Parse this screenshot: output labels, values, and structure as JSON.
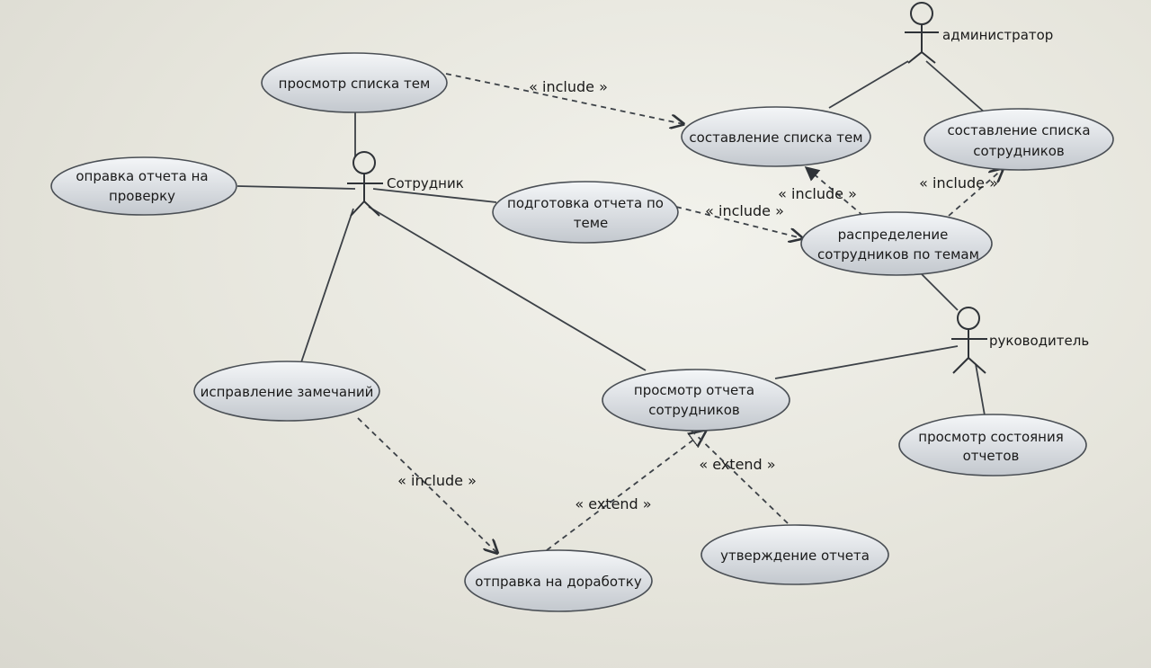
{
  "actors": {
    "admin": "администратор",
    "employee": "Сотрудник",
    "manager": "руководитель"
  },
  "use_cases": {
    "view_topics": [
      "просмотр списка тем"
    ],
    "make_topic_list": [
      "составление списка тем"
    ],
    "make_employee_list": [
      "составление списка",
      "сотрудников"
    ],
    "send_report": [
      "оправка отчета на",
      "проверку"
    ],
    "prepare_report": [
      "подготовка отчета по",
      "теме"
    ],
    "distribute": [
      "распределение",
      "сотрудников по темам"
    ],
    "fix_remarks": [
      "исправление замечаний"
    ],
    "view_reports": [
      "просмотр отчета",
      "сотрудников"
    ],
    "view_status": [
      "просмотр состояния",
      "отчетов"
    ],
    "send_rework": [
      "отправка на доработку"
    ],
    "approve": [
      "утверждение отчета"
    ]
  },
  "relations": {
    "inc_topics": "« include »",
    "inc_prepare": "« include »",
    "inc_distribute_topics": "« include »",
    "inc_distribute_employees": "« include »",
    "inc_fix": "« include »",
    "ext_rework": "« extend »",
    "ext_approve": "« extend »"
  },
  "colors": {
    "uc_top": "#f4f6f8",
    "uc_bottom": "#c3c8ce",
    "line": "#3c4147"
  }
}
